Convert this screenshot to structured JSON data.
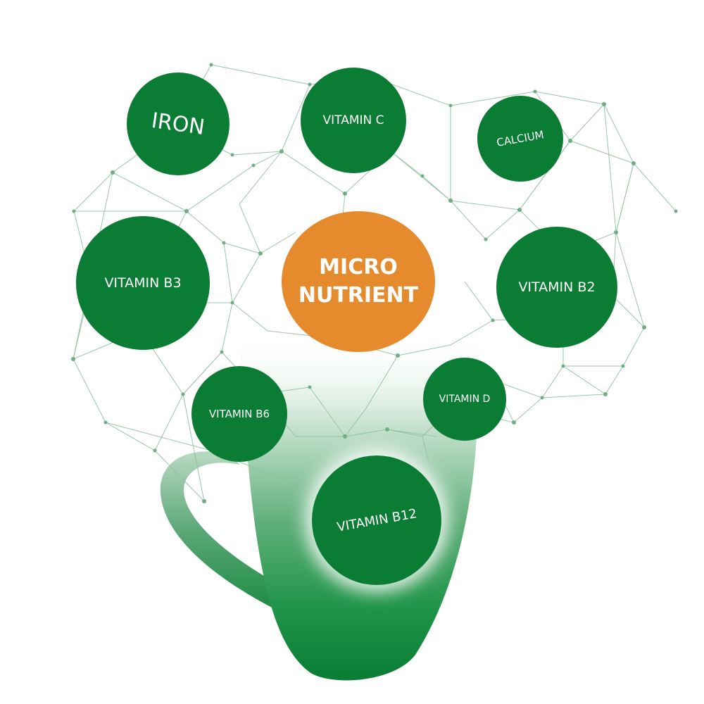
{
  "diagram": {
    "center": {
      "label_line1": "MICRO",
      "label_line2": "NUTRIENT",
      "color": "#e68a2e"
    },
    "nodes": [
      {
        "id": "iron",
        "label": "IRON",
        "color": "#0a7c34"
      },
      {
        "id": "vitamin-c",
        "label": "VITAMIN C",
        "color": "#0a7c34"
      },
      {
        "id": "calcium",
        "label": "CALCIUM",
        "color": "#0a7c34"
      },
      {
        "id": "vitamin-b3",
        "label": "VITAMIN B3",
        "color": "#0a7c34"
      },
      {
        "id": "vitamin-b2",
        "label": "VITAMIN B2",
        "color": "#0a7c34"
      },
      {
        "id": "vitamin-b6",
        "label": "VITAMIN B6",
        "color": "#0a7c34"
      },
      {
        "id": "vitamin-d",
        "label": "VITAMIN D",
        "color": "#0a7c34"
      },
      {
        "id": "vitamin-b12",
        "label": "VITAMIN B12",
        "color": "#0a7c34"
      }
    ],
    "cup_color": "#0f8a3c",
    "network_line_color": "#8fbfa0"
  }
}
